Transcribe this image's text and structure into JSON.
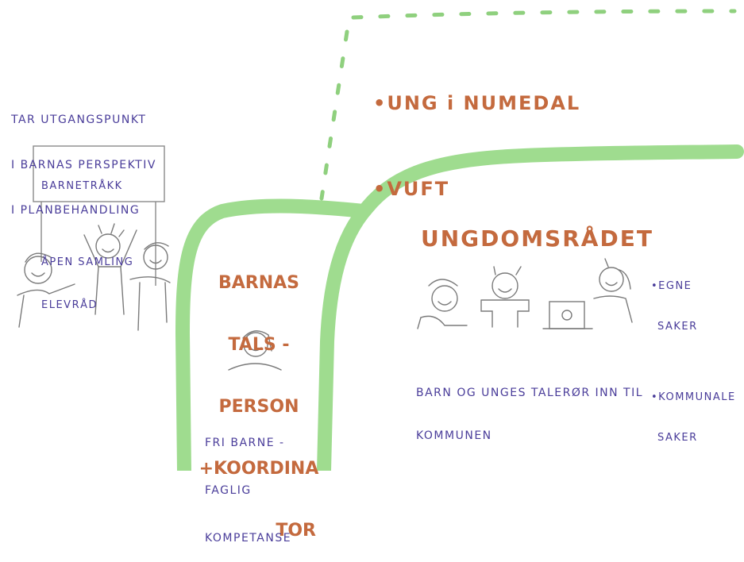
{
  "colors": {
    "green_band": "#9fdc8f",
    "green_dash": "#8fd07e",
    "orange_text": "#c46a3e",
    "purple_text": "#4a3d9a",
    "sketch": "#8a8a8a"
  },
  "left_note": {
    "lines": [
      "TAR UTGANGSPUNKT",
      "I BARNAS PERSPEKTIV",
      "I PLANBEHANDLING"
    ]
  },
  "board": {
    "line1": "BARNETRÅKK",
    "line2": "ÅPEN SAMLING",
    "line3": "ELEVRÅD"
  },
  "top_list": {
    "items": [
      "•UNG i NUMEDAL",
      "•VUFT"
    ]
  },
  "middle": {
    "title_lines": [
      "BARNAS",
      "TALS -",
      "PERSON",
      "+KOORDINA",
      "TOR"
    ],
    "note_lines": [
      "FRI BARNE -",
      "FAGLIG",
      "KOMPETANSE"
    ]
  },
  "right": {
    "title": "UNGDOMSRÅDET",
    "side_items": [
      "•EGNE",
      "SAKER",
      "•KOMMUNALE",
      "SAKER"
    ],
    "caption_lines": [
      "BARN OG UNGES TALERØR INN TIL",
      "KOMMUNEN"
    ]
  }
}
